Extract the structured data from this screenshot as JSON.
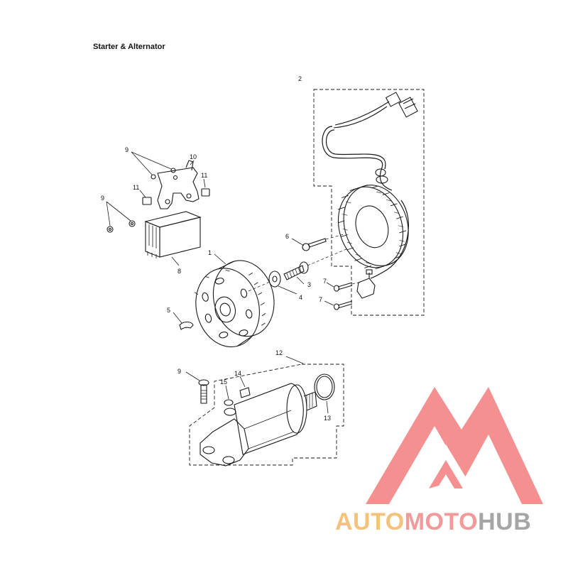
{
  "diagram": {
    "title": "Starter & Alternator",
    "callouts": {
      "c1": "1",
      "c2": "2",
      "c3": "3",
      "c4": "4",
      "c5": "5",
      "c6": "6",
      "c7a": "7",
      "c7b": "7",
      "c8": "8",
      "c9a": "9",
      "c9b": "9",
      "c9c": "9",
      "c10": "10",
      "c11a": "11",
      "c11b": "11",
      "c12": "12",
      "c13": "13",
      "c14": "14",
      "c15": "15"
    }
  },
  "watermark": {
    "part1": "AUTO",
    "part2": "MOTO",
    "part3": "HUB",
    "colors": {
      "auto": "#f4c27a",
      "moto": "#f29a9a",
      "hub": "#a5a5a5",
      "logo": "#f07c7c"
    }
  }
}
